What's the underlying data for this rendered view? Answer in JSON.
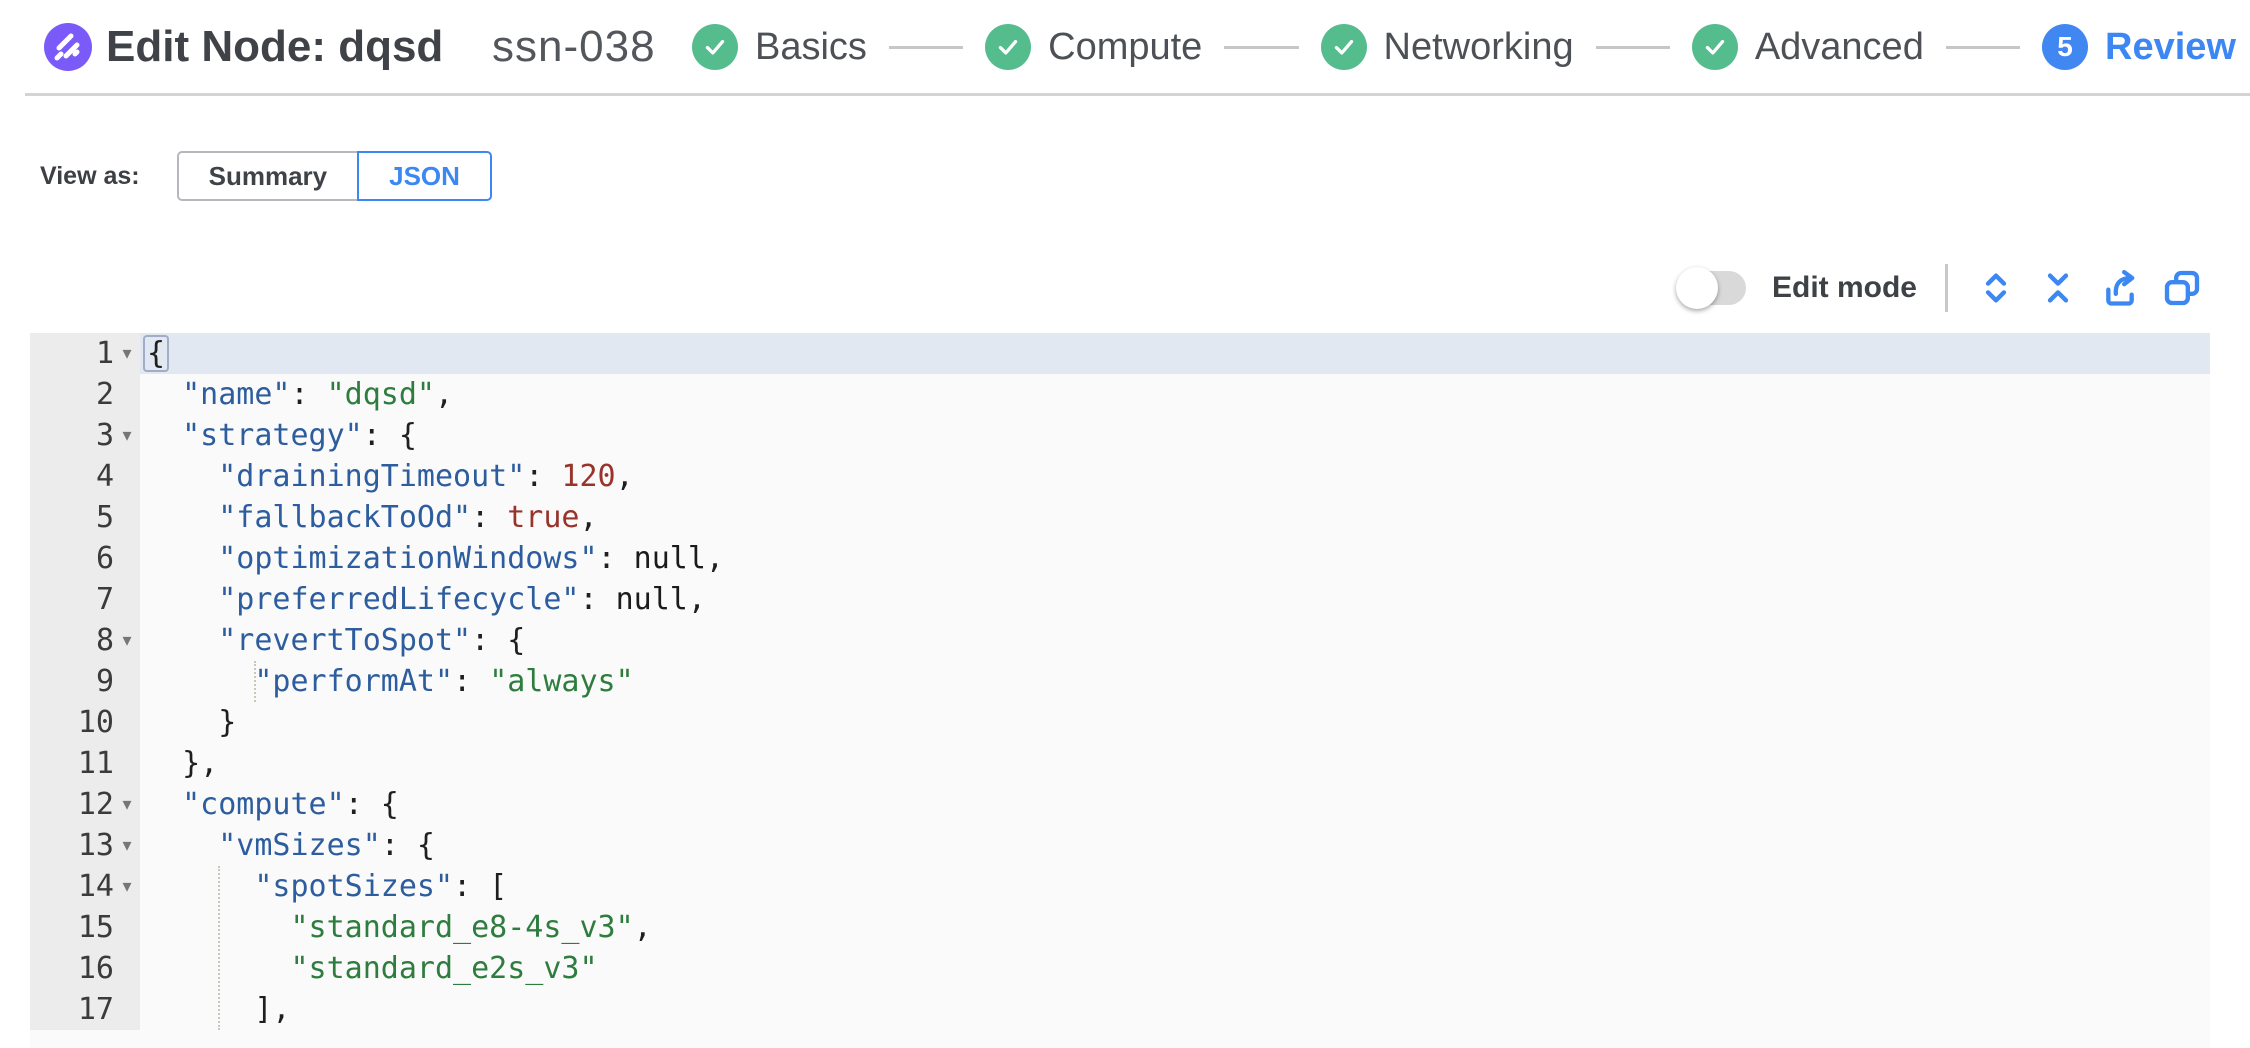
{
  "header": {
    "title": "Edit Node: dqsd",
    "subtitle": "ssn-038",
    "steps": [
      {
        "label": "Basics",
        "state": "done"
      },
      {
        "label": "Compute",
        "state": "done"
      },
      {
        "label": "Networking",
        "state": "done"
      },
      {
        "label": "Advanced",
        "state": "done"
      },
      {
        "label": "Review",
        "state": "active",
        "number": "5"
      }
    ]
  },
  "view_as": {
    "label": "View as:",
    "options": [
      {
        "label": "Summary",
        "selected": false
      },
      {
        "label": "JSON",
        "selected": true
      }
    ]
  },
  "toolbar": {
    "edit_mode_label": "Edit mode",
    "edit_mode_on": false,
    "icons": [
      "expand-all-icon",
      "collapse-all-icon",
      "export-icon",
      "copy-icon"
    ]
  },
  "editor": {
    "active_line": 1,
    "lines": [
      {
        "num": 1,
        "caret": true,
        "tokens": [
          [
            "brace-hl",
            "{"
          ]
        ]
      },
      {
        "num": 2,
        "caret": false,
        "tokens": [
          [
            "punct",
            "  "
          ],
          [
            "key",
            "\"name\""
          ],
          [
            "punct",
            ": "
          ],
          [
            "str",
            "\"dqsd\""
          ],
          [
            "punct",
            ","
          ]
        ]
      },
      {
        "num": 3,
        "caret": true,
        "tokens": [
          [
            "punct",
            "  "
          ],
          [
            "key",
            "\"strategy\""
          ],
          [
            "punct",
            ": {"
          ]
        ]
      },
      {
        "num": 4,
        "caret": false,
        "tokens": [
          [
            "punct",
            "    "
          ],
          [
            "key",
            "\"drainingTimeout\""
          ],
          [
            "punct",
            ": "
          ],
          [
            "num",
            "120"
          ],
          [
            "punct",
            ","
          ]
        ]
      },
      {
        "num": 5,
        "caret": false,
        "tokens": [
          [
            "punct",
            "    "
          ],
          [
            "key",
            "\"fallbackToOd\""
          ],
          [
            "punct",
            ": "
          ],
          [
            "bool",
            "true"
          ],
          [
            "punct",
            ","
          ]
        ]
      },
      {
        "num": 6,
        "caret": false,
        "tokens": [
          [
            "punct",
            "    "
          ],
          [
            "key",
            "\"optimizationWindows\""
          ],
          [
            "punct",
            ": "
          ],
          [
            "null",
            "null"
          ],
          [
            "punct",
            ","
          ]
        ]
      },
      {
        "num": 7,
        "caret": false,
        "tokens": [
          [
            "punct",
            "    "
          ],
          [
            "key",
            "\"preferredLifecycle\""
          ],
          [
            "punct",
            ": "
          ],
          [
            "null",
            "null"
          ],
          [
            "punct",
            ","
          ]
        ]
      },
      {
        "num": 8,
        "caret": true,
        "tokens": [
          [
            "punct",
            "    "
          ],
          [
            "key",
            "\"revertToSpot\""
          ],
          [
            "punct",
            ": {"
          ]
        ]
      },
      {
        "num": 9,
        "caret": false,
        "tokens": [
          [
            "punct",
            "      "
          ],
          [
            "key",
            "\"performAt\""
          ],
          [
            "punct",
            ": "
          ],
          [
            "str",
            "\"always\""
          ]
        ]
      },
      {
        "num": 10,
        "caret": false,
        "tokens": [
          [
            "punct",
            "    }"
          ]
        ]
      },
      {
        "num": 11,
        "caret": false,
        "tokens": [
          [
            "punct",
            "  },"
          ]
        ]
      },
      {
        "num": 12,
        "caret": true,
        "tokens": [
          [
            "punct",
            "  "
          ],
          [
            "key",
            "\"compute\""
          ],
          [
            "punct",
            ": {"
          ]
        ]
      },
      {
        "num": 13,
        "caret": true,
        "tokens": [
          [
            "punct",
            "    "
          ],
          [
            "key",
            "\"vmSizes\""
          ],
          [
            "punct",
            ": {"
          ]
        ]
      },
      {
        "num": 14,
        "caret": true,
        "tokens": [
          [
            "punct",
            "      "
          ],
          [
            "key",
            "\"spotSizes\""
          ],
          [
            "punct",
            ": ["
          ]
        ]
      },
      {
        "num": 15,
        "caret": false,
        "tokens": [
          [
            "punct",
            "        "
          ],
          [
            "str",
            "\"standard_e8-4s_v3\""
          ],
          [
            "punct",
            ","
          ]
        ]
      },
      {
        "num": 16,
        "caret": false,
        "tokens": [
          [
            "punct",
            "        "
          ],
          [
            "str",
            "\"standard_e2s_v3\""
          ]
        ]
      },
      {
        "num": 17,
        "caret": false,
        "tokens": [
          [
            "punct",
            "      ],"
          ]
        ]
      }
    ]
  },
  "colors": {
    "accent_blue": "#3c87f2",
    "step_green": "#55bd8d",
    "logo_purple": "#7a5af8",
    "key_blue": "#2d5d9e",
    "string_green": "#2e7d3e",
    "number_red": "#99342c",
    "active_line_bg": "#e2e8f2"
  }
}
